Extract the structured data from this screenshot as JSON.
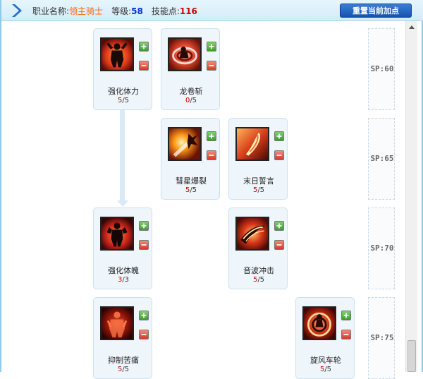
{
  "header": {
    "job_label": "职业名称:",
    "job_name": "领主骑士",
    "level_label": "等级:",
    "level_value": "58",
    "sp_label": "技能点:",
    "sp_value": "116",
    "reset_button": "重置当前加点"
  },
  "skills": [
    {
      "name": "强化体力",
      "current": "5",
      "max": "/5"
    },
    {
      "name": "龙卷斩",
      "current": "0",
      "max": "/5"
    },
    {
      "name": "彗星爆裂",
      "current": "5",
      "max": "/5"
    },
    {
      "name": "末日誓言",
      "current": "5",
      "max": "/5"
    },
    {
      "name": "强化体魄",
      "current": "3",
      "max": "/3"
    },
    {
      "name": "音波冲击",
      "current": "5",
      "max": "/5"
    },
    {
      "name": "抑制苦痛",
      "current": "5",
      "max": "/5"
    },
    {
      "name": "旋风车轮",
      "current": "5",
      "max": "/5"
    }
  ],
  "sp_rows": [
    "SP:60",
    "SP:65",
    "SP:70",
    "SP:75"
  ],
  "icons": {
    "plus": "plus-icon",
    "minus": "minus-icon",
    "header": "chevron-right-icon",
    "scroll_up": "scroll-up-arrow-icon"
  },
  "colors": {
    "job_name": "#ff6600",
    "level": "#0033cc",
    "skill_points": "#cc0000",
    "reset_button": "#1f5fbf"
  }
}
